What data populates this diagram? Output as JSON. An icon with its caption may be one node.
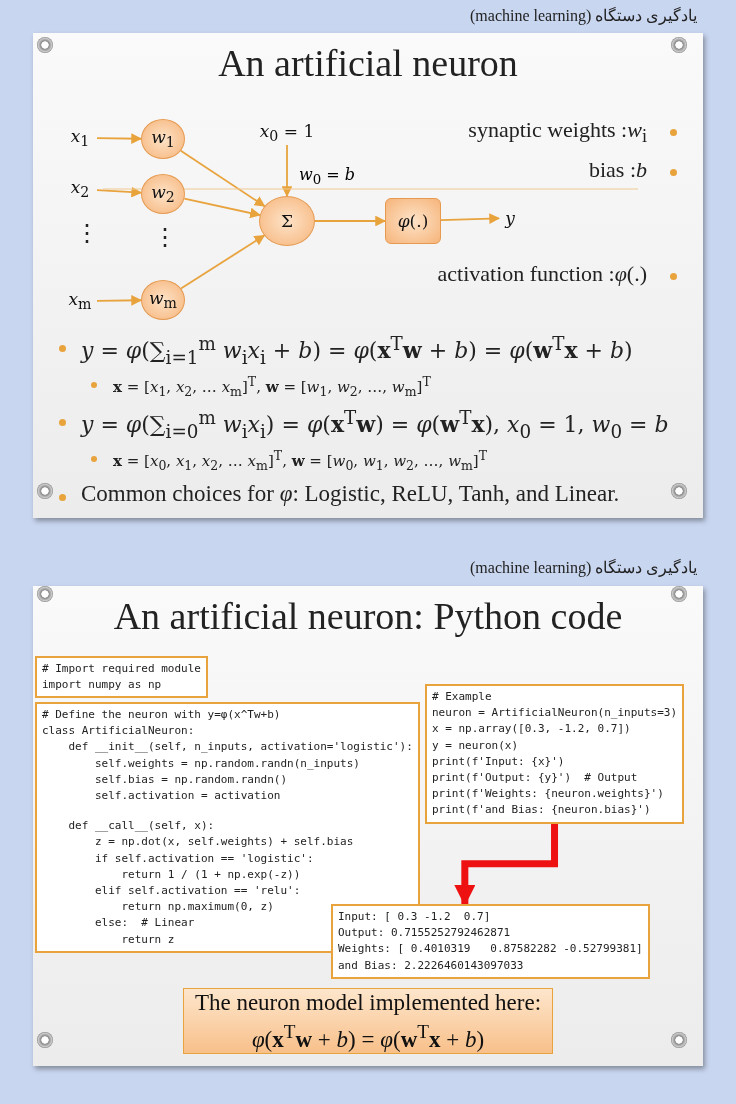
{
  "diagram": {
    "nodes": [
      {
        "text": [
          "An artificial neuron"
        ]
      },
      {
        "text": [
          "*x*$_{1}$"
        ],
        "in": 0
      },
      {
        "text": [
          "*x*$_{2}$"
        ],
        "in": 0
      },
      {
        "text": [
          "*x*$_{m}$"
        ],
        "in": 0
      },
      {
        "text": [
          "*w*$_{1}$"
        ],
        "in": 0
      },
      {
        "text": [
          "*w*$_{2}$"
        ],
        "in": 0
      },
      {
        "text": [
          "*w*$_{m}$"
        ],
        "in": 0
      },
      {
        "text": [
          "*x*$_{0}$ = 1"
        ],
        "in": 0
      },
      {
        "text": [
          "Σ"
        ],
        "in": 0
      },
      {
        "text": [
          "*φ*(.)"
        ],
        "in": 0
      },
      {
        "text": [
          "*y*"
        ],
        "in": 0
      },
      {
        "text": [
          "An artificial neuron: Python code"
        ]
      },
      {
        "text": [
          "# Import required module",
          "import numpy as np"
        ],
        "in": 11
      },
      {
        "text": [
          "# Define the neuron with y=φ(x^Tw+b)",
          "class ArtificialNeuron:",
          "    def __init__(self, n_inputs, activation='logistic'):",
          "        self.weights = np.random.randn(n_inputs)",
          "        self.bias = np.random.randn()",
          "        self.activation = activation",
          "    def __call__(self, x):",
          "        z = np.dot(x, self.weights) + self.bias",
          "        if self.activation == 'logistic':",
          "            return 1 / (1 + np.exp(-z))",
          "        elif self.activation == 'relu':",
          "            return np.maximum(0, z)",
          "        else:  # Linear",
          "            return z"
        ],
        "in": 11
      },
      {
        "text": [
          "# Example",
          "neuron = ArtificialNeuron(n_inputs=3)",
          "x = np.array([0.3, -1.2, 0.7])",
          "y = neuron(x)",
          "print(f'Input: {x}')",
          "print(f'Output: {y}')  # Output",
          "print(f'Weights: {neuron.weights}')",
          "print(f'and Bias: {neuron.bias}')"
        ],
        "in": 11
      },
      {
        "text": [
          "Input: [ 0.3 -1.2  0.7]",
          "Output: 0.7155252792462871",
          "Weights: [ 0.4010319   0.87582282 -0.52799381]",
          "and Bias: 2.2226460143097033"
        ],
        "in": 11
      },
      {
        "text": [
          "The neuron model implemented here:",
          "*φ*(**x**$^{T}$**w** + *b*) = *φ*(**w**$^{T}$**x** + *b*)"
        ],
        "in": 11
      }
    ],
    "edges": [
      {
        "from": 1,
        "to": 4,
        "arrow": "to"
      },
      {
        "from": 2,
        "to": 5,
        "arrow": "to"
      },
      {
        "from": 3,
        "to": 6,
        "arrow": "to"
      },
      {
        "from": 4,
        "to": 8,
        "arrow": "to"
      },
      {
        "from": 5,
        "to": 8,
        "arrow": "to"
      },
      {
        "from": 6,
        "to": 8,
        "arrow": "to"
      },
      {
        "from": 7,
        "to": 8,
        "arrow": "to",
        "label": "*w*$_{0}$ = *b*"
      },
      {
        "from": 8,
        "to": 9,
        "arrow": "to"
      },
      {
        "from": 9,
        "to": 10,
        "arrow": "to"
      },
      {
        "from": 14,
        "to": 15,
        "arrow": "to",
        "style": "thick",
        "color": "#ee1111"
      }
    ],
    "labels": [
      "یادگیری دستگاه (machine learning)",
      "⋮",
      "⋮",
      "synaptic weights :*w*$_{i}$",
      "bias :*b*",
      "activation function :*φ*(.)",
      "*y* = *φ*(∑$_{i=1}$$^{m}$ *w*$_{i}$*x*$_{i}$ + *b*) = *φ*(**x**$^{T}$**w** + *b*) = *φ*(**w**$^{T}$**x** + *b*)",
      "**x** = [*x*$_{1}$, *x*$_{2}$, … *x*$_{m}$]$^{T}$, **w** = [*w*$_{1}$, *w*$_{2}$, …, *w*$_{m}$]$^{T}$",
      "*y* = *φ*(∑$_{i=0}$$^{m}$ *w*$_{i}$*x*$_{i}$) = *φ*(**x**$^{T}$**w**) = *φ*(**w**$^{T}$**x**), *x*$_{0}$ = 1, *w*$_{0}$ = *b*",
      "**x** = [*x*$_{0}$, *x*$_{1}$, *x*$_{2}$, … *x*$_{m}$]$^{T}$, **w** = [*w*$_{0}$, *w*$_{1}$, *w*$_{2}$, …, *w*$_{m}$]$^{T}$",
      "Common choices for *φ*: Logistic, ReLU, Tanh, and Linear.",
      "یادگیری دستگاه (machine learning)"
    ]
  }
}
